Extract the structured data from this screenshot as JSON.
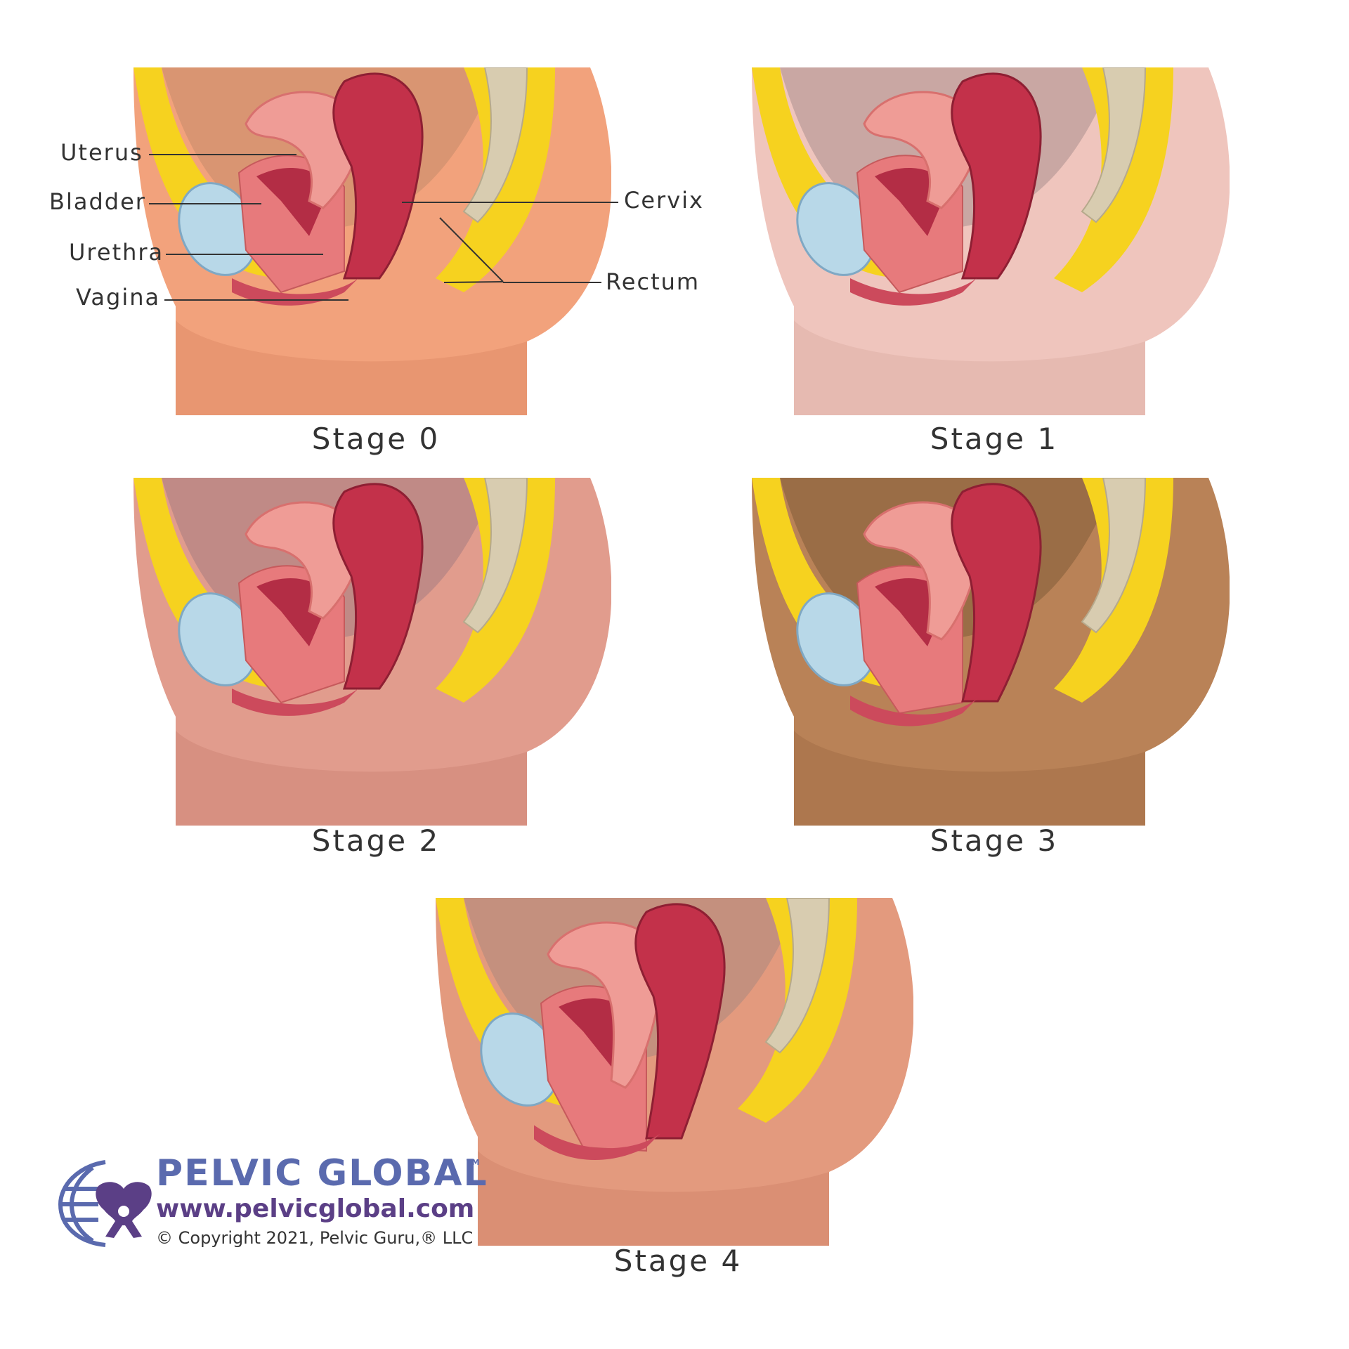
{
  "stages": [
    {
      "caption": "Stage 0",
      "skin": "#f2a27c",
      "skin_dark": "#d6825e",
      "cavity": "#d99572"
    },
    {
      "caption": "Stage 1",
      "skin": "#efc5bd",
      "skin_dark": "#d8a59c",
      "cavity": "#c9a7a3"
    },
    {
      "caption": "Stage 2",
      "skin": "#e19c8d",
      "skin_dark": "#c77c6e",
      "cavity": "#c08a86"
    },
    {
      "caption": "Stage 3",
      "skin": "#b98257",
      "skin_dark": "#98653f",
      "cavity": "#9a6d46"
    },
    {
      "caption": "Stage 4",
      "skin": "#e39a7e",
      "skin_dark": "#c87c60",
      "cavity": "#c4907e"
    }
  ],
  "anatomy_labels": {
    "uterus": "Uterus",
    "bladder": "Bladder",
    "urethra": "Urethra",
    "vagina": "Vagina",
    "cervix": "Cervix",
    "rectum": "Rectum"
  },
  "colors": {
    "fat": "#f6d21f",
    "bladder": "#b8d8e8",
    "uterus": "#ef9c96",
    "rectum": "#c3314a",
    "bone": "#d8ccb0",
    "logo_blue": "#5a6aae",
    "logo_purple": "#5b3f86"
  },
  "logo": {
    "brand": "PELVIC GLOBAL",
    "trademark": "TM",
    "url": "www.pelvicglobal.com",
    "copyright": "© Copyright 2021, Pelvic Guru,® LLC"
  }
}
